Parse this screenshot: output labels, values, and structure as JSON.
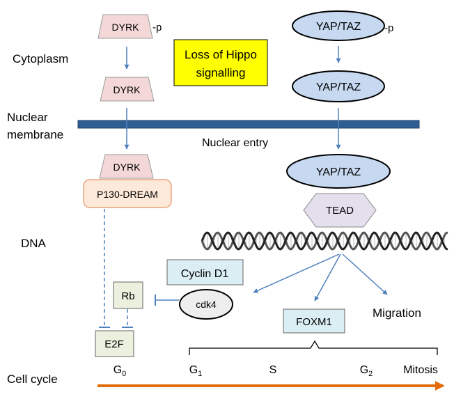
{
  "labels": {
    "cytoplasm": "Cytoplasm",
    "nuclear_membrane_line1": "Nuclear",
    "nuclear_membrane_line2": "membrane",
    "nuclear_entry": "Nuclear entry",
    "dna": "DNA",
    "cell_cycle": "Cell cycle",
    "migration": "Migration"
  },
  "callout": {
    "line1": "Loss of Hippo",
    "line2": "signalling"
  },
  "nodes": {
    "dyrk_p": "DYRK",
    "phospho_mark": "-p",
    "dyrk": "DYRK",
    "dyrk_nuclear": "DYRK",
    "p130_dream": "P130-DREAM",
    "yap_taz_p": "YAP/TAZ",
    "yap_taz": "YAP/TAZ",
    "yap_taz_nuclear": "YAP/TAZ",
    "tead": "TEAD",
    "cyclin_d1": "Cyclin D1",
    "cdk4": "cdk4",
    "rb": "Rb",
    "e2f": "E2F",
    "foxm1": "FOXM1"
  },
  "cell_cycle_phases": [
    {
      "base": "G",
      "sub": "0"
    },
    {
      "base": "G",
      "sub": "1"
    },
    {
      "base": "S",
      "sub": ""
    },
    {
      "base": "G",
      "sub": "2"
    },
    {
      "base": "Mitosis",
      "sub": ""
    }
  ],
  "colors": {
    "dyrk_fill": "#f4d7d7",
    "yap_fill": "#c6d9f1",
    "tead_fill": "#e4dfec",
    "cyclin_fill": "#dbeef4",
    "rb_fill": "#ebf1de",
    "callout_fill": "#ffff00",
    "membrane": "#2e5d94",
    "arrow": "#4f81bd",
    "cell_cycle_arrow": "#e46c0a"
  }
}
